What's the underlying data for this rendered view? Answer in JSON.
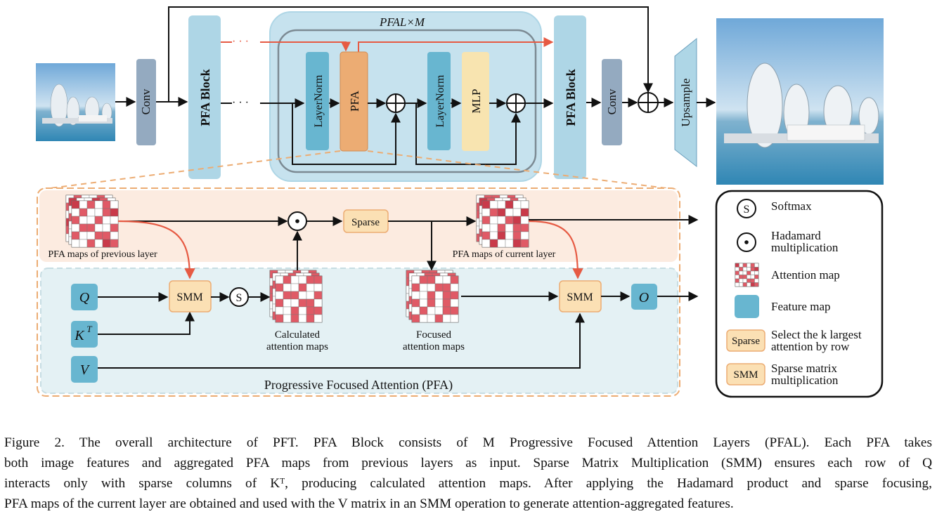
{
  "diagram": {
    "conv_left": "Conv",
    "pfa_block_left": "PFA Block",
    "pfal_title": "PFAL×M",
    "layernorm_1": "LayerNorm",
    "pfa": "PFA",
    "layernorm_2": "LayerNorm",
    "mlp": "MLP",
    "pfa_block_right": "PFA Block",
    "conv_right": "Conv",
    "upsample": "Upsample",
    "ellipsis": "· · ·",
    "pfa_maps_previous": "PFA maps of previous layer",
    "pfa_maps_current": "PFA maps of current layer",
    "sparse": "Sparse",
    "smm": "SMM",
    "softmax_symbol": "S",
    "q": "Q",
    "kt_base": "K",
    "kt_sup": "T",
    "v": "V",
    "o": "O",
    "calc_maps_1": "Calculated",
    "calc_maps_2": "attention maps",
    "focused_maps_1": "Focused",
    "focused_maps_2": "attention maps",
    "pfa_section_title": "Progressive Focused Attention (PFA)",
    "colors": {
      "feature_blue": "#68b6d0",
      "pfa_orange": "#ecac73",
      "mlp_yellow": "#f8e4b0",
      "block_blue": "#aed6e6",
      "conv_gray": "#94aac0",
      "arrow_red": "#e65a43",
      "attention_red": "#e05a66"
    }
  },
  "legend": {
    "softmax_symbol": "S",
    "softmax": "Softmax",
    "hadamard_1": "Hadamard",
    "hadamard_2": "multiplication",
    "attention_map": "Attention map",
    "feature_map": "Feature map",
    "sparse_label": "Sparse",
    "sparse_desc_1": "Select the k largest",
    "sparse_desc_2": "attention by row",
    "smm_label": "SMM",
    "smm_desc_1": "Sparse matrix",
    "smm_desc_2": "multiplication"
  },
  "caption": {
    "line1": "Figure 2.  The overall architecture of PFT. PFA Block consists of M Progressive Focused Attention Layers (PFAL). Each PFA takes",
    "line2": "both image features and aggregated PFA maps from previous layers as input. Sparse Matrix Multiplication (SMM) ensures each row of Q",
    "line3": "interacts only with sparse columns of Kᵀ, producing calculated attention maps. After applying the Hadamard product and sparse focusing,",
    "line4": "PFA maps of the current layer are obtained and used with the V matrix in an SMM operation to generate attention-aggregated features."
  }
}
